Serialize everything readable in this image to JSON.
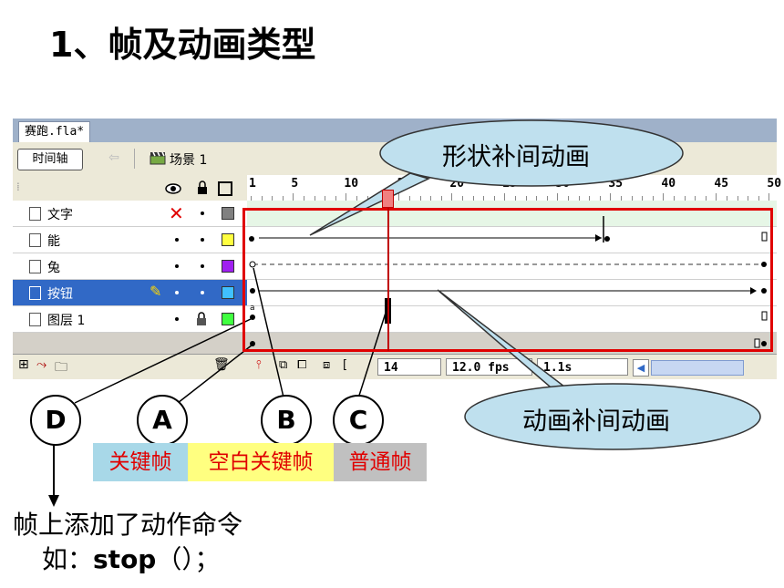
{
  "title": "1、帧及动画类型",
  "window": {
    "tab": "赛跑.fla*",
    "timeline_button": "时间轴",
    "scene_label": "场景 1"
  },
  "ruler": {
    "numbers": [
      "1",
      "5",
      "10",
      "15",
      "20",
      "25",
      "30",
      "35",
      "40",
      "45",
      "50"
    ],
    "current_frame": "14"
  },
  "layers": [
    {
      "name": "文字",
      "visible_mark": "✕",
      "color": "#808080"
    },
    {
      "name": "能",
      "color": "#ffff40"
    },
    {
      "name": "兔",
      "color": "#a020f0"
    },
    {
      "name": "按钮",
      "color": "#40c0ff",
      "selected": true
    },
    {
      "name": "图层 1",
      "color": "#40ff40",
      "locked": true
    }
  ],
  "status": {
    "frame": "14",
    "fps": "12.0 fps",
    "time": "1.1s"
  },
  "callouts": {
    "shape_tween": "形状补间动画",
    "motion_tween": "动画补间动画"
  },
  "markers": {
    "D": "D",
    "A": "A",
    "B": "B",
    "C": "C"
  },
  "legend": {
    "keyframe": "关键帧",
    "blank_keyframe": "空白关键帧",
    "normal_frame": "普通帧",
    "colors": {
      "keyframe": "#a8d8e8",
      "blank_keyframe": "#ffff80",
      "normal_frame": "#c0c0c0",
      "red": "#e00000"
    }
  },
  "note": {
    "line1": "帧上添加了动作命令",
    "line2_prefix": "如：",
    "line2_code": "stop",
    "line2_suffix": "（）；"
  }
}
